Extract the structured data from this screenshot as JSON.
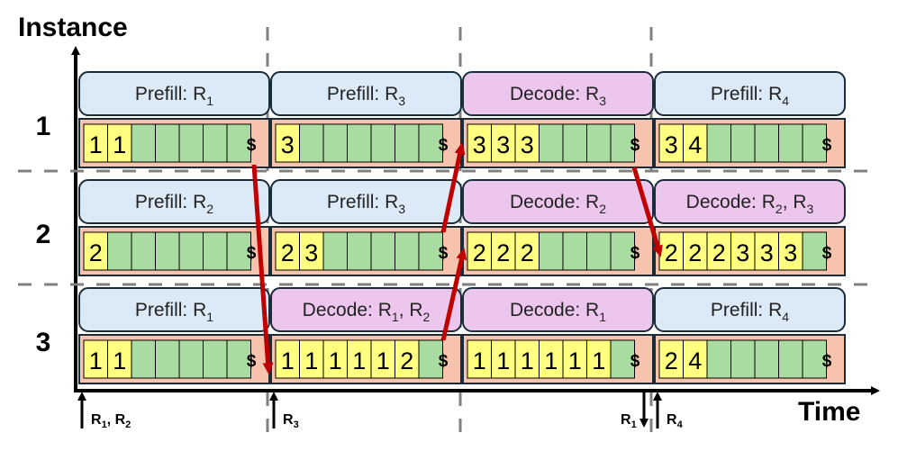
{
  "axes": {
    "y_title": "Instance",
    "x_title": "Time"
  },
  "colors": {
    "prefill": "#dceaf7",
    "decode": "#ecc6ec",
    "cache_used": "#ffff80",
    "cache_free": "#a9dca0",
    "dollar": "#f8c3ad",
    "row_bg": "#f8c3ad",
    "arrow": "#c00000",
    "divider": "#808080",
    "border": "#1a2c3a"
  },
  "instances": [
    {
      "label": "1",
      "cells": [
        {
          "phase": "prefill",
          "text": "Prefill: R",
          "sub": "1",
          "slots": [
            "1",
            "1",
            "",
            "",
            "",
            "",
            ""
          ],
          "dollar": "$"
        },
        {
          "phase": "prefill",
          "text": "Prefill: R",
          "sub": "3",
          "slots": [
            "3",
            "",
            "",
            "",
            "",
            "",
            ""
          ],
          "dollar": "$"
        },
        {
          "phase": "decode",
          "text": "Decode: R",
          "sub": "3",
          "slots": [
            "3",
            "3",
            "3",
            "",
            "",
            "",
            ""
          ],
          "dollar": "$"
        },
        {
          "phase": "prefill",
          "text": "Prefill: R",
          "sub": "4",
          "slots": [
            "3",
            "4",
            "",
            "",
            "",
            "",
            ""
          ],
          "dollar": "$"
        }
      ]
    },
    {
      "label": "2",
      "cells": [
        {
          "phase": "prefill",
          "text": "Prefill: R",
          "sub": "2",
          "slots": [
            "2",
            "",
            "",
            "",
            "",
            "",
            ""
          ],
          "dollar": "$"
        },
        {
          "phase": "prefill",
          "text": "Prefill: R",
          "sub": "3",
          "slots": [
            "2",
            "3",
            "",
            "",
            "",
            "",
            ""
          ],
          "dollar": "$"
        },
        {
          "phase": "decode",
          "text": "Decode: R",
          "sub": "2",
          "slots": [
            "2",
            "2",
            "2",
            "",
            "",
            "",
            ""
          ],
          "dollar": "$"
        },
        {
          "phase": "decode",
          "text": "Decode: R",
          "sub": "2",
          "text2": ", R",
          "sub2": "3",
          "slots": [
            "2",
            "2",
            "2",
            "3",
            "3",
            "3",
            ""
          ],
          "dollar": "$"
        }
      ]
    },
    {
      "label": "3",
      "cells": [
        {
          "phase": "prefill",
          "text": "Prefill: R",
          "sub": "1",
          "slots": [
            "1",
            "1",
            "",
            "",
            "",
            "",
            ""
          ],
          "dollar": "$"
        },
        {
          "phase": "decode",
          "text": "Decode: R",
          "sub": "1",
          "text2": ", R",
          "sub2": "2",
          "slots": [
            "1",
            "1",
            "1",
            "1",
            "1",
            "2",
            ""
          ],
          "dollar": "$"
        },
        {
          "phase": "decode",
          "text": "Decode: R",
          "sub": "1",
          "slots": [
            "1",
            "1",
            "1",
            "1",
            "1",
            "1",
            ""
          ],
          "dollar": "$"
        },
        {
          "phase": "prefill",
          "text": "Prefill: R",
          "sub": "4",
          "slots": [
            "2",
            "4",
            "",
            "",
            "",
            "",
            ""
          ],
          "dollar": "$"
        }
      ]
    }
  ],
  "requests": [
    {
      "text": "R",
      "sub": "1",
      "text2": ", R",
      "sub2": "2",
      "direction": "up",
      "column": 0
    },
    {
      "text": "R",
      "sub": "3",
      "direction": "up",
      "column": 1
    },
    {
      "text": "R",
      "sub": "1",
      "direction": "down",
      "column": 3,
      "side": "left"
    },
    {
      "text": "R",
      "sub": "4",
      "direction": "up",
      "column": 3
    }
  ]
}
